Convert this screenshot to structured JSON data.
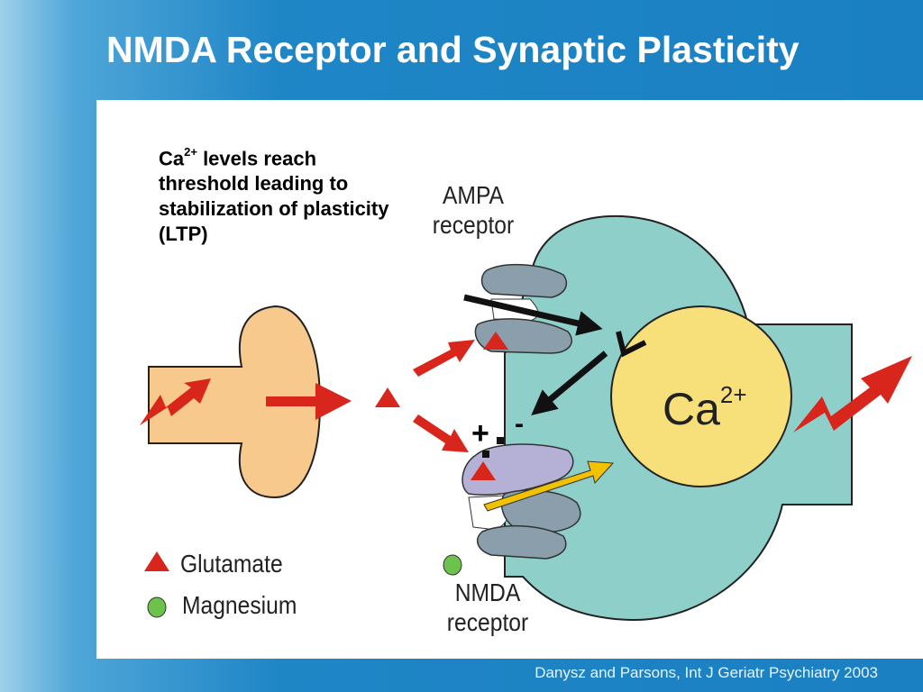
{
  "slide": {
    "title": "NMDA Receptor and Synaptic Plasticity",
    "citation": "Danysz and Parsons, Int J Geriatr Psychiatry 2003"
  },
  "caption": {
    "ion": "Ca",
    "charge": "2+",
    "rest": " levels reach threshold leading to stabilization of plasticity (LTP)"
  },
  "labels": {
    "ampa_line1": "AMPA",
    "ampa_line2": "receptor",
    "nmda_line1": "NMDA",
    "nmda_line2": "receptor",
    "calcium_ion": "Ca",
    "calcium_charge": "2+",
    "plus_sign": "+",
    "minus_sign": "-"
  },
  "legend": {
    "glutamate": "Glutamate",
    "magnesium": "Magnesium"
  },
  "colors": {
    "presynaptic": "#f7c98c",
    "postsynaptic": "#8ecfca",
    "calcium": "#f7e07a",
    "arrow": "#d9261c",
    "ampa_receptor": "#8a9eab",
    "nmda_receptor": "#b5b1d6",
    "influx_arrow": "#f2c200",
    "magnesium": "#6cc24a"
  }
}
